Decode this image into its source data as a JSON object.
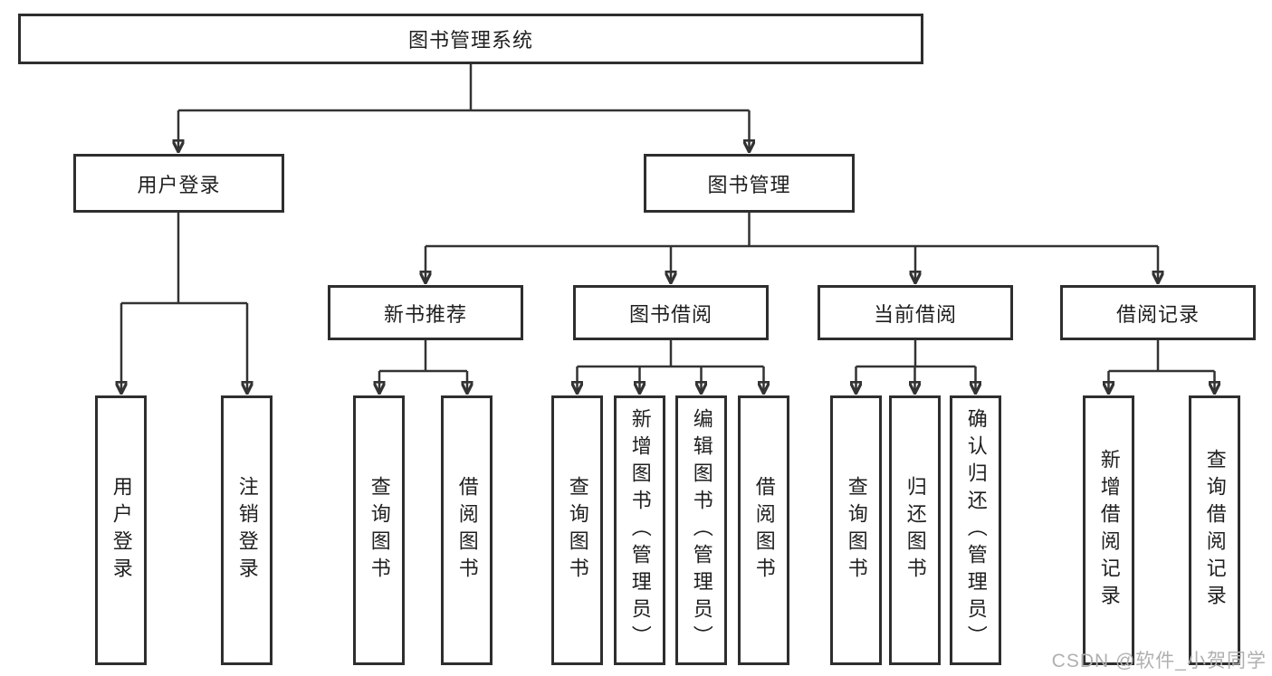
{
  "colors": {
    "background": "#ffffff",
    "line": "#333333",
    "box_border": "#2e2e2e",
    "text": "#1f1f1f",
    "watermark": "#b0b0b0"
  },
  "watermark": {
    "text": "CSDN @软件_小贺同学"
  },
  "diagram": {
    "type": "hierarchy-tree",
    "root": {
      "label": "图书管理系统",
      "children": [
        {
          "label": "用户登录",
          "children": [
            {
              "label": "用户登录"
            },
            {
              "label": "注销登录"
            }
          ]
        },
        {
          "label": "图书管理",
          "children": [
            {
              "label": "新书推荐",
              "children": [
                {
                  "label": "查询图书"
                },
                {
                  "label": "借阅图书"
                }
              ]
            },
            {
              "label": "图书借阅",
              "children": [
                {
                  "label": "查询图书"
                },
                {
                  "label": "新增图书（管理员）"
                },
                {
                  "label": "编辑图书（管理员）"
                },
                {
                  "label": "借阅图书"
                }
              ]
            },
            {
              "label": "当前借阅",
              "children": [
                {
                  "label": "查询图书"
                },
                {
                  "label": "归还图书"
                },
                {
                  "label": "确认归还（管理员）"
                }
              ]
            },
            {
              "label": "借阅记录",
              "children": [
                {
                  "label": "新增借阅记录"
                },
                {
                  "label": "查询借阅记录"
                }
              ]
            }
          ]
        }
      ]
    }
  }
}
